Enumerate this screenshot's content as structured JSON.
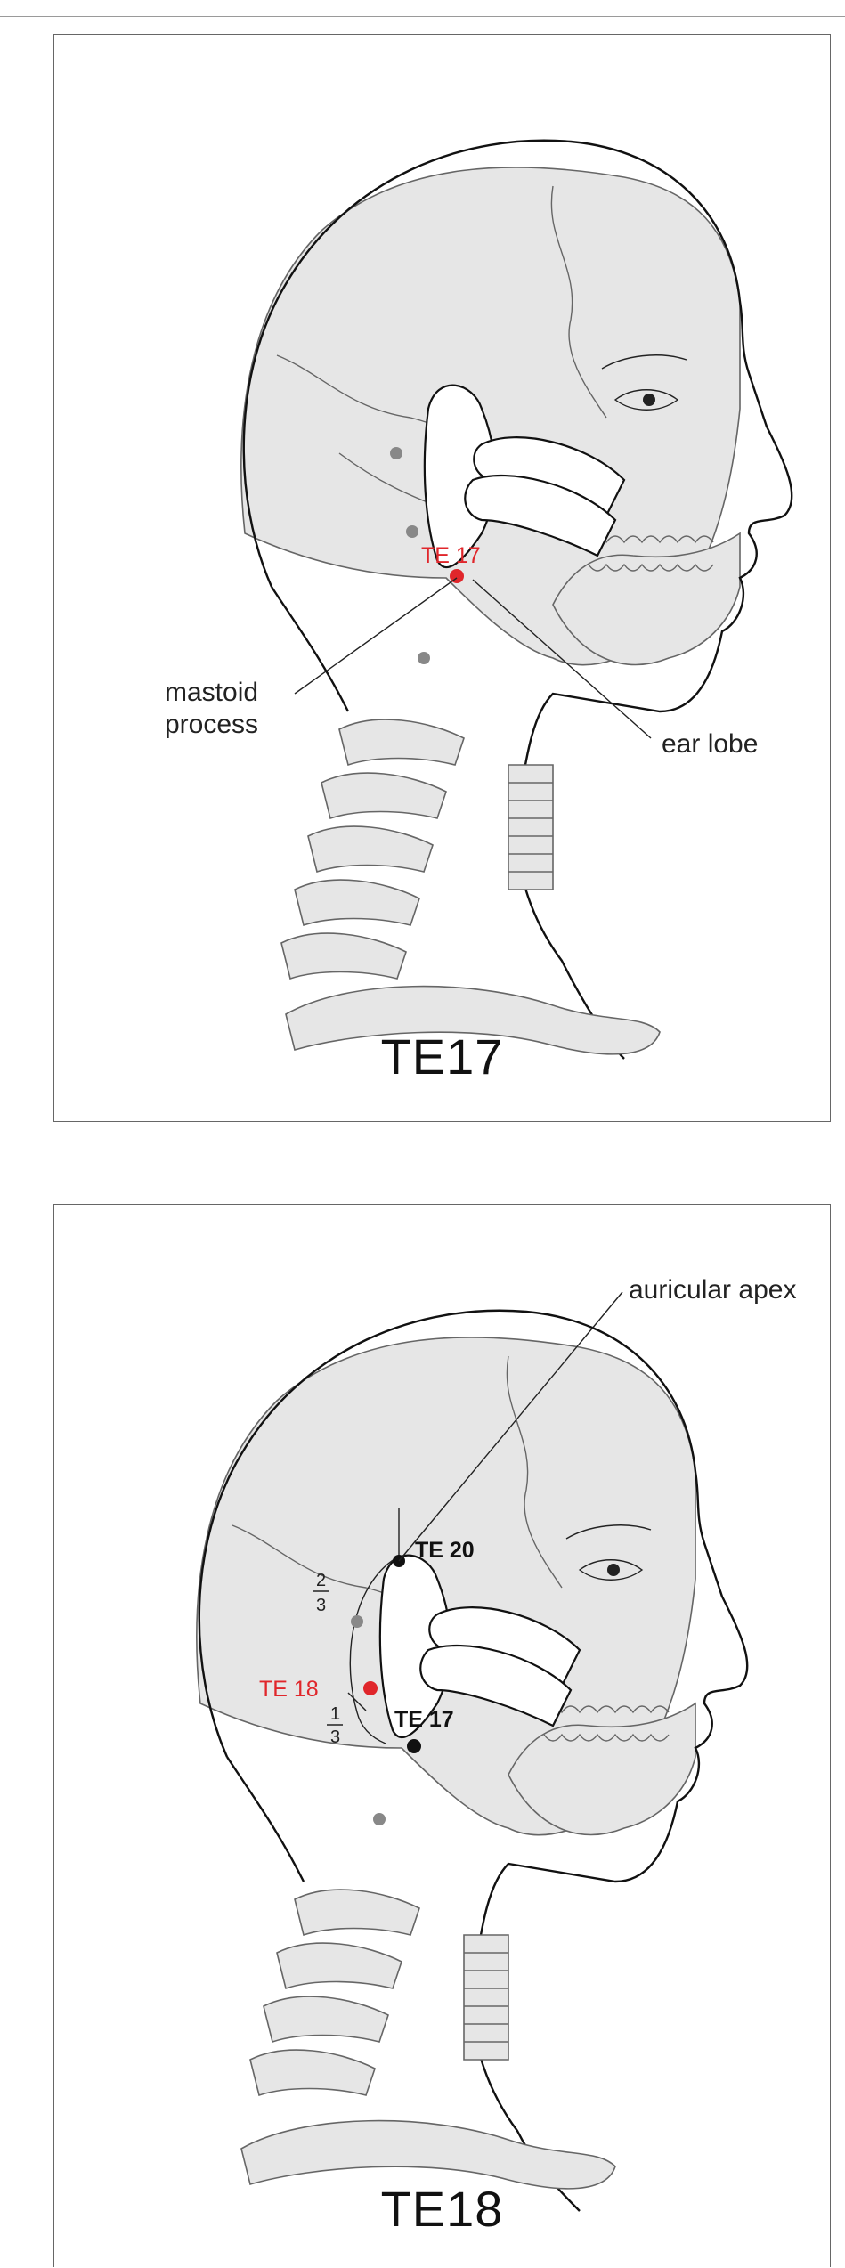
{
  "panels": [
    {
      "caption": "TE17",
      "labels": {
        "point": "TE 17",
        "mastoid_line1": "mastoid",
        "mastoid_line2": "process",
        "ear_lobe": "ear lobe"
      }
    },
    {
      "caption": "TE18",
      "labels": {
        "point": "TE 18",
        "te17": "TE 17",
        "te20": "TE 20",
        "auricular_apex": "auricular apex",
        "two_thirds_num": "2",
        "two_thirds_den": "3",
        "one_third_num": "1",
        "one_third_den": "3"
      }
    }
  ],
  "colors": {
    "acupoint_active": "#e0262b",
    "acupoint_other": "#888888",
    "acupoint_reference": "#111111",
    "bone_fill": "#e6e6e6"
  }
}
